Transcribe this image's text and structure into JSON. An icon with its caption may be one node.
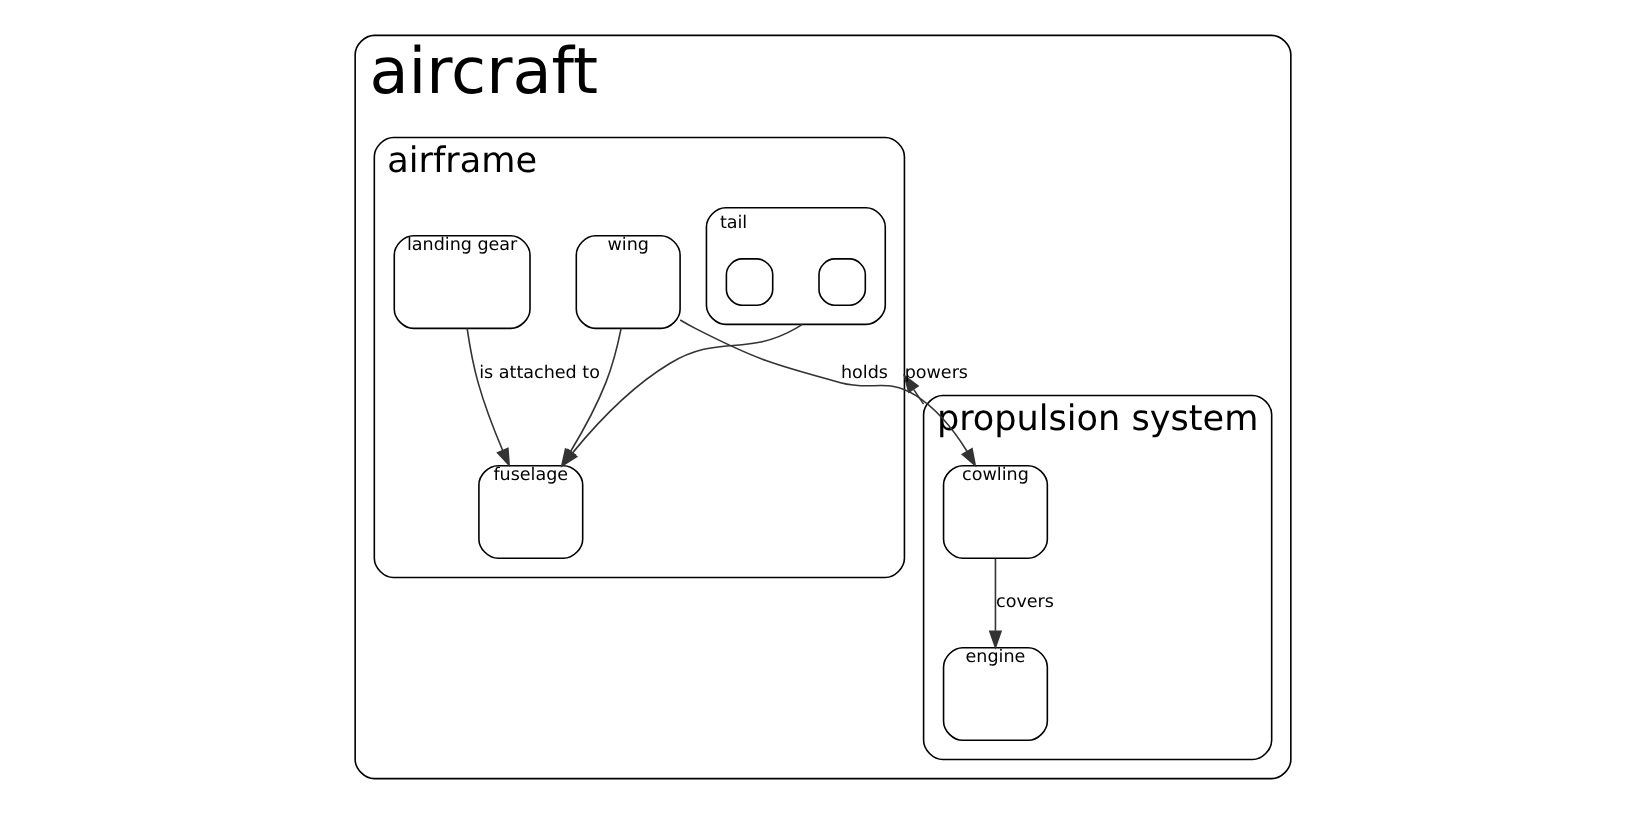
{
  "diagram": {
    "nodes": [
      {
        "text": [
          "aircraft"
        ]
      },
      {
        "text": [
          "airframe"
        ],
        "in": 0
      },
      {
        "text": [
          "tail"
        ],
        "in": 1
      },
      {
        "text": [],
        "shape": "box",
        "in": 2
      },
      {
        "text": [],
        "shape": "box",
        "in": 2
      },
      {
        "text": [
          "landing gear"
        ],
        "in": 1
      },
      {
        "text": [
          "wing"
        ],
        "in": 1
      },
      {
        "text": [
          "fuselage"
        ],
        "in": 1
      },
      {
        "text": [
          "propulsion system"
        ],
        "in": 0
      },
      {
        "text": [
          "cowling"
        ],
        "in": 8
      },
      {
        "text": [
          "engine"
        ],
        "in": 8
      }
    ],
    "edges": [
      {
        "from": 8,
        "to": 1,
        "arrow": "to",
        "label": "powers"
      },
      {
        "from": 6,
        "to": 9,
        "arrow": "to",
        "label": "holds"
      },
      {
        "from": 9,
        "to": 10,
        "arrow": "to",
        "label": "covers"
      },
      {
        "from": 2,
        "to": 7,
        "arrow": "to"
      },
      {
        "from": 5,
        "to": 7,
        "arrow": "to",
        "label": "is attached to"
      },
      {
        "from": 6,
        "to": 7,
        "arrow": "to"
      }
    ]
  }
}
